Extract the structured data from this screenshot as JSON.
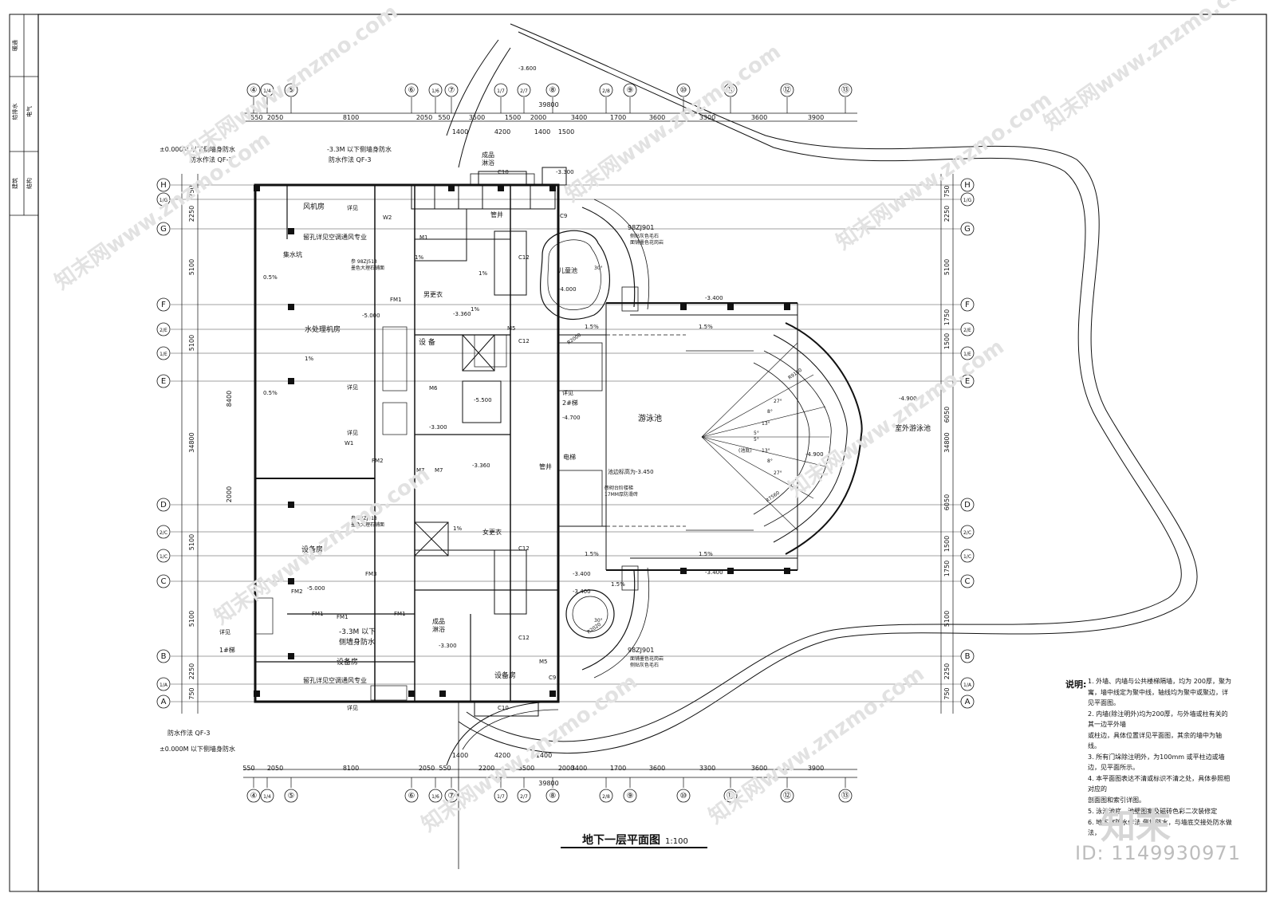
{
  "title": "地下一层平面图",
  "scale": "1:100",
  "side_strip": [
    "暖通",
    "给排水",
    "电气",
    "建筑",
    "结构"
  ],
  "grid_cols": [
    "④",
    "1/4",
    "⑤",
    "⑥",
    "1/6",
    "⑦",
    "1/7",
    "2/7",
    "⑧",
    "2/8",
    "⑨",
    "⑩",
    "⑪",
    "⑫",
    "⑬"
  ],
  "grid_rows": [
    "H",
    "1/G",
    "G",
    "F",
    "2/E",
    "1/E",
    "E",
    "D",
    "2/C",
    "1/C",
    "C",
    "B",
    "1/A",
    "A"
  ],
  "dims_top": [
    "550",
    "2050",
    "8100",
    "2050",
    "550",
    "3500",
    "1500",
    "2000",
    "3400",
    "1700",
    "3600",
    "3300",
    "3600",
    "3900"
  ],
  "dims_top_total": "39800",
  "dims_top_sub": [
    "1400",
    "4200",
    "1400",
    "1500"
  ],
  "dims_bottom": [
    "550",
    "2050",
    "8100",
    "2050",
    "550",
    "2200",
    "3500",
    "2000",
    "3400",
    "1700",
    "3600",
    "3300",
    "3600",
    "3900"
  ],
  "dims_bottom_total": "39800",
  "dims_bottom_sub": [
    "1400",
    "4200",
    "1400"
  ],
  "dims_left": [
    "750",
    "2250",
    "5100",
    "5100",
    "34800",
    "5100",
    "5100",
    "2250",
    "750"
  ],
  "dims_left_inner": [
    "8400",
    "2000"
  ],
  "dims_right": [
    "750",
    "2250",
    "5100",
    "1750",
    "1500",
    "6050",
    "34800",
    "6050",
    "1500",
    "1750",
    "5100",
    "2250",
    "750"
  ],
  "rooms": {
    "fan_top": "风机房",
    "water": "水处理机房",
    "equip_left": "设备房",
    "equip_bottom": "设备房",
    "equip_br": "设备房",
    "equip_small": "设 备",
    "pool": "游泳池",
    "outdoor_pool": "室外游泳池",
    "kids_pool": "儿童池",
    "men_locker": "男更衣",
    "women_locker": "女更衣",
    "shower_top": "成品\n淋浴",
    "shower_bottom": "成品\n淋浴",
    "pipe_well1": "管井",
    "pipe_well2": "管井",
    "sump": "集水坑"
  },
  "labels": {
    "wp_top_left": "±0.000M  以下侧墙身防水",
    "wp_top_left2": "防水作法 QF-3",
    "wp_top_mid": "-3.3M  以下侧墙身防水",
    "wp_top_mid2": "防水作法 QF-3",
    "wp_bottom_left": "防水作法 QF-3",
    "wp_bottom_left2": "±0.000M  以下侧墙身防水",
    "wp_center": "-3.3M  以下",
    "wp_center2": "侧墙身防水",
    "hole_top": "留孔详见空调通风专业",
    "hole_bottom": "留孔详见空调通风专业",
    "ref_top": "98ZJ901",
    "ref_bottom": "98ZJ901",
    "ref_top_note": "侧贴灰色毛石\n面铺墨色花岗岩",
    "ref_bottom_note": "面铺墨色花岗岩\n侧贴灰色毛石",
    "stair1": "1#梯",
    "stair2": "2#梯",
    "elevator": "电梯",
    "pool_depth": "池边标高为-3.450",
    "anti_slip": "砖砌台阶楼梯\n17MM厚防滑砖",
    "marble1": "参 98ZJ513\n墨色大理石铺面",
    "marble2": "参 98ZJ513\n墨色大理石铺面",
    "details": "详见",
    "pool_bottom": "(池底)"
  },
  "elevations": [
    "-3.600",
    "-3.300",
    "-5.000",
    "-3.360",
    "-5.500",
    "-4.700",
    "-3.300",
    "-3.360",
    "-3.400",
    "-3.400",
    "-3.400",
    "-3.400",
    "-4.900",
    "-4.900",
    "-5.000",
    "-3.300",
    "-4.000"
  ],
  "doors": [
    "FM1",
    "FM1",
    "FM2",
    "FM3",
    "FM2",
    "FM1",
    "FM1",
    "M1",
    "M5",
    "M5",
    "M6",
    "M7",
    "M7",
    "C9",
    "C9",
    "C10",
    "C10",
    "C12",
    "C12",
    "C12",
    "C12",
    "W1",
    "W2"
  ],
  "slopes": [
    "1%",
    "1%",
    "1%",
    "0.5%",
    "0.5%",
    "1.5%",
    "1.5%",
    "1.5%",
    "1.5%",
    "1.5%",
    "1%",
    "1%"
  ],
  "angles": [
    "5°",
    "5°",
    "13°",
    "13°",
    "8°",
    "8°",
    "27°",
    "27°",
    "30°",
    "30°"
  ],
  "radii": [
    "R7560",
    "R9160",
    "R2000",
    "R2020"
  ],
  "notes_label": "说明:",
  "notes": [
    "1. 外墙、内墙与公共楼梯隔墙，均为        200厚，聚为",
    "   寓，墙中线定为聚中线，轴线均为聚中或聚边，详见平面图。",
    "2. 内墙(除注明外)均为200厚，与外墙或柱有关的其一边平外墙",
    "   或柱边，具体位置详见平面图，其余的墙中为轴线。",
    "3. 所有门垛除注明外，为100mm  或平柱边或墙边，见平面所示。",
    "4. 本平面图表达不清或标识不清之处，具体参照相对应的",
    "   剖面图和索引详图。",
    "5. 泳池池底、池壁图案及磁砖色彩二次装修定",
    "6. 地下室防水作法    侧墙防水，与墙底交接处防水做法，"
  ],
  "watermark_logo": "知末",
  "watermark_id": "ID: 1149930971",
  "watermark_url": "知末网www.znzmo.com"
}
